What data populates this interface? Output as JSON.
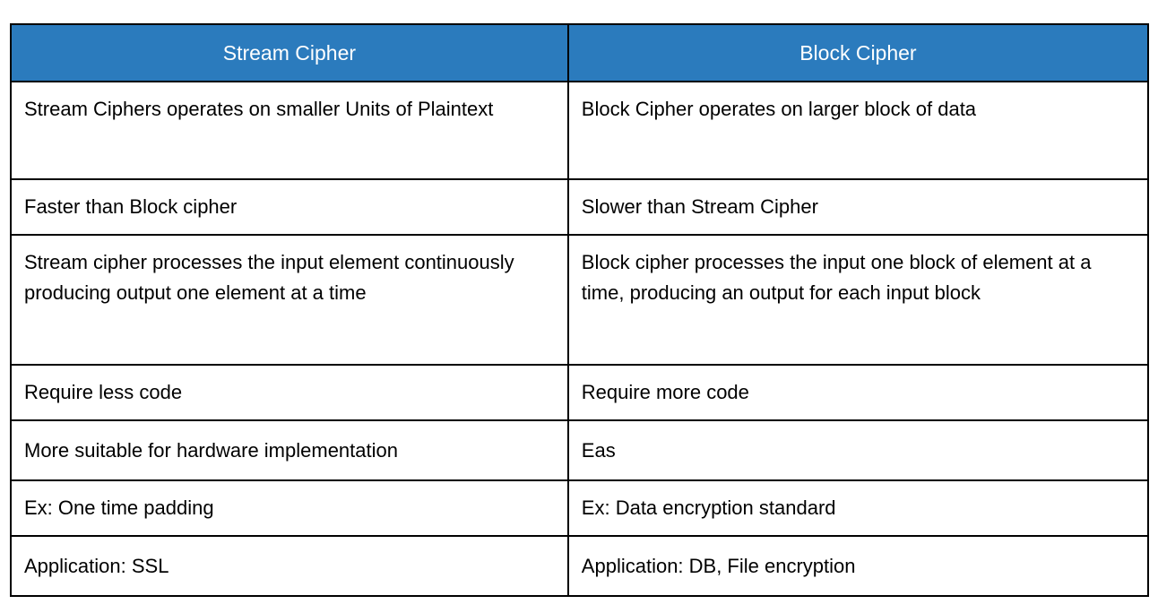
{
  "table": {
    "columns": [
      {
        "label": "Stream Cipher"
      },
      {
        "label": "Block Cipher"
      }
    ],
    "rows": [
      {
        "left": "Stream Ciphers operates on smaller Units of Plaintext",
        "right": "Block Cipher operates on larger block of data"
      },
      {
        "left": "Faster than Block cipher",
        "right": "Slower than Stream Cipher"
      },
      {
        "left": "Stream cipher processes the input element continuously producing output one element at a time",
        "right": "Block cipher processes the input one block of element at a time, producing an output for each input block"
      },
      {
        "left": "Require less code",
        "right": "Require more code"
      },
      {
        "left": "More suitable for hardware implementation",
        "right": "Eas"
      },
      {
        "left": "Ex: One time padding",
        "right": "Ex: Data encryption standard"
      },
      {
        "left": "Application: SSL",
        "right": "Application: DB, File encryption"
      }
    ]
  },
  "colors": {
    "header_background": "#2B7BBD",
    "header_text": "#FFFFFF",
    "body_text": "#000000",
    "border": "#000000",
    "page_background": "#FFFFFF"
  }
}
